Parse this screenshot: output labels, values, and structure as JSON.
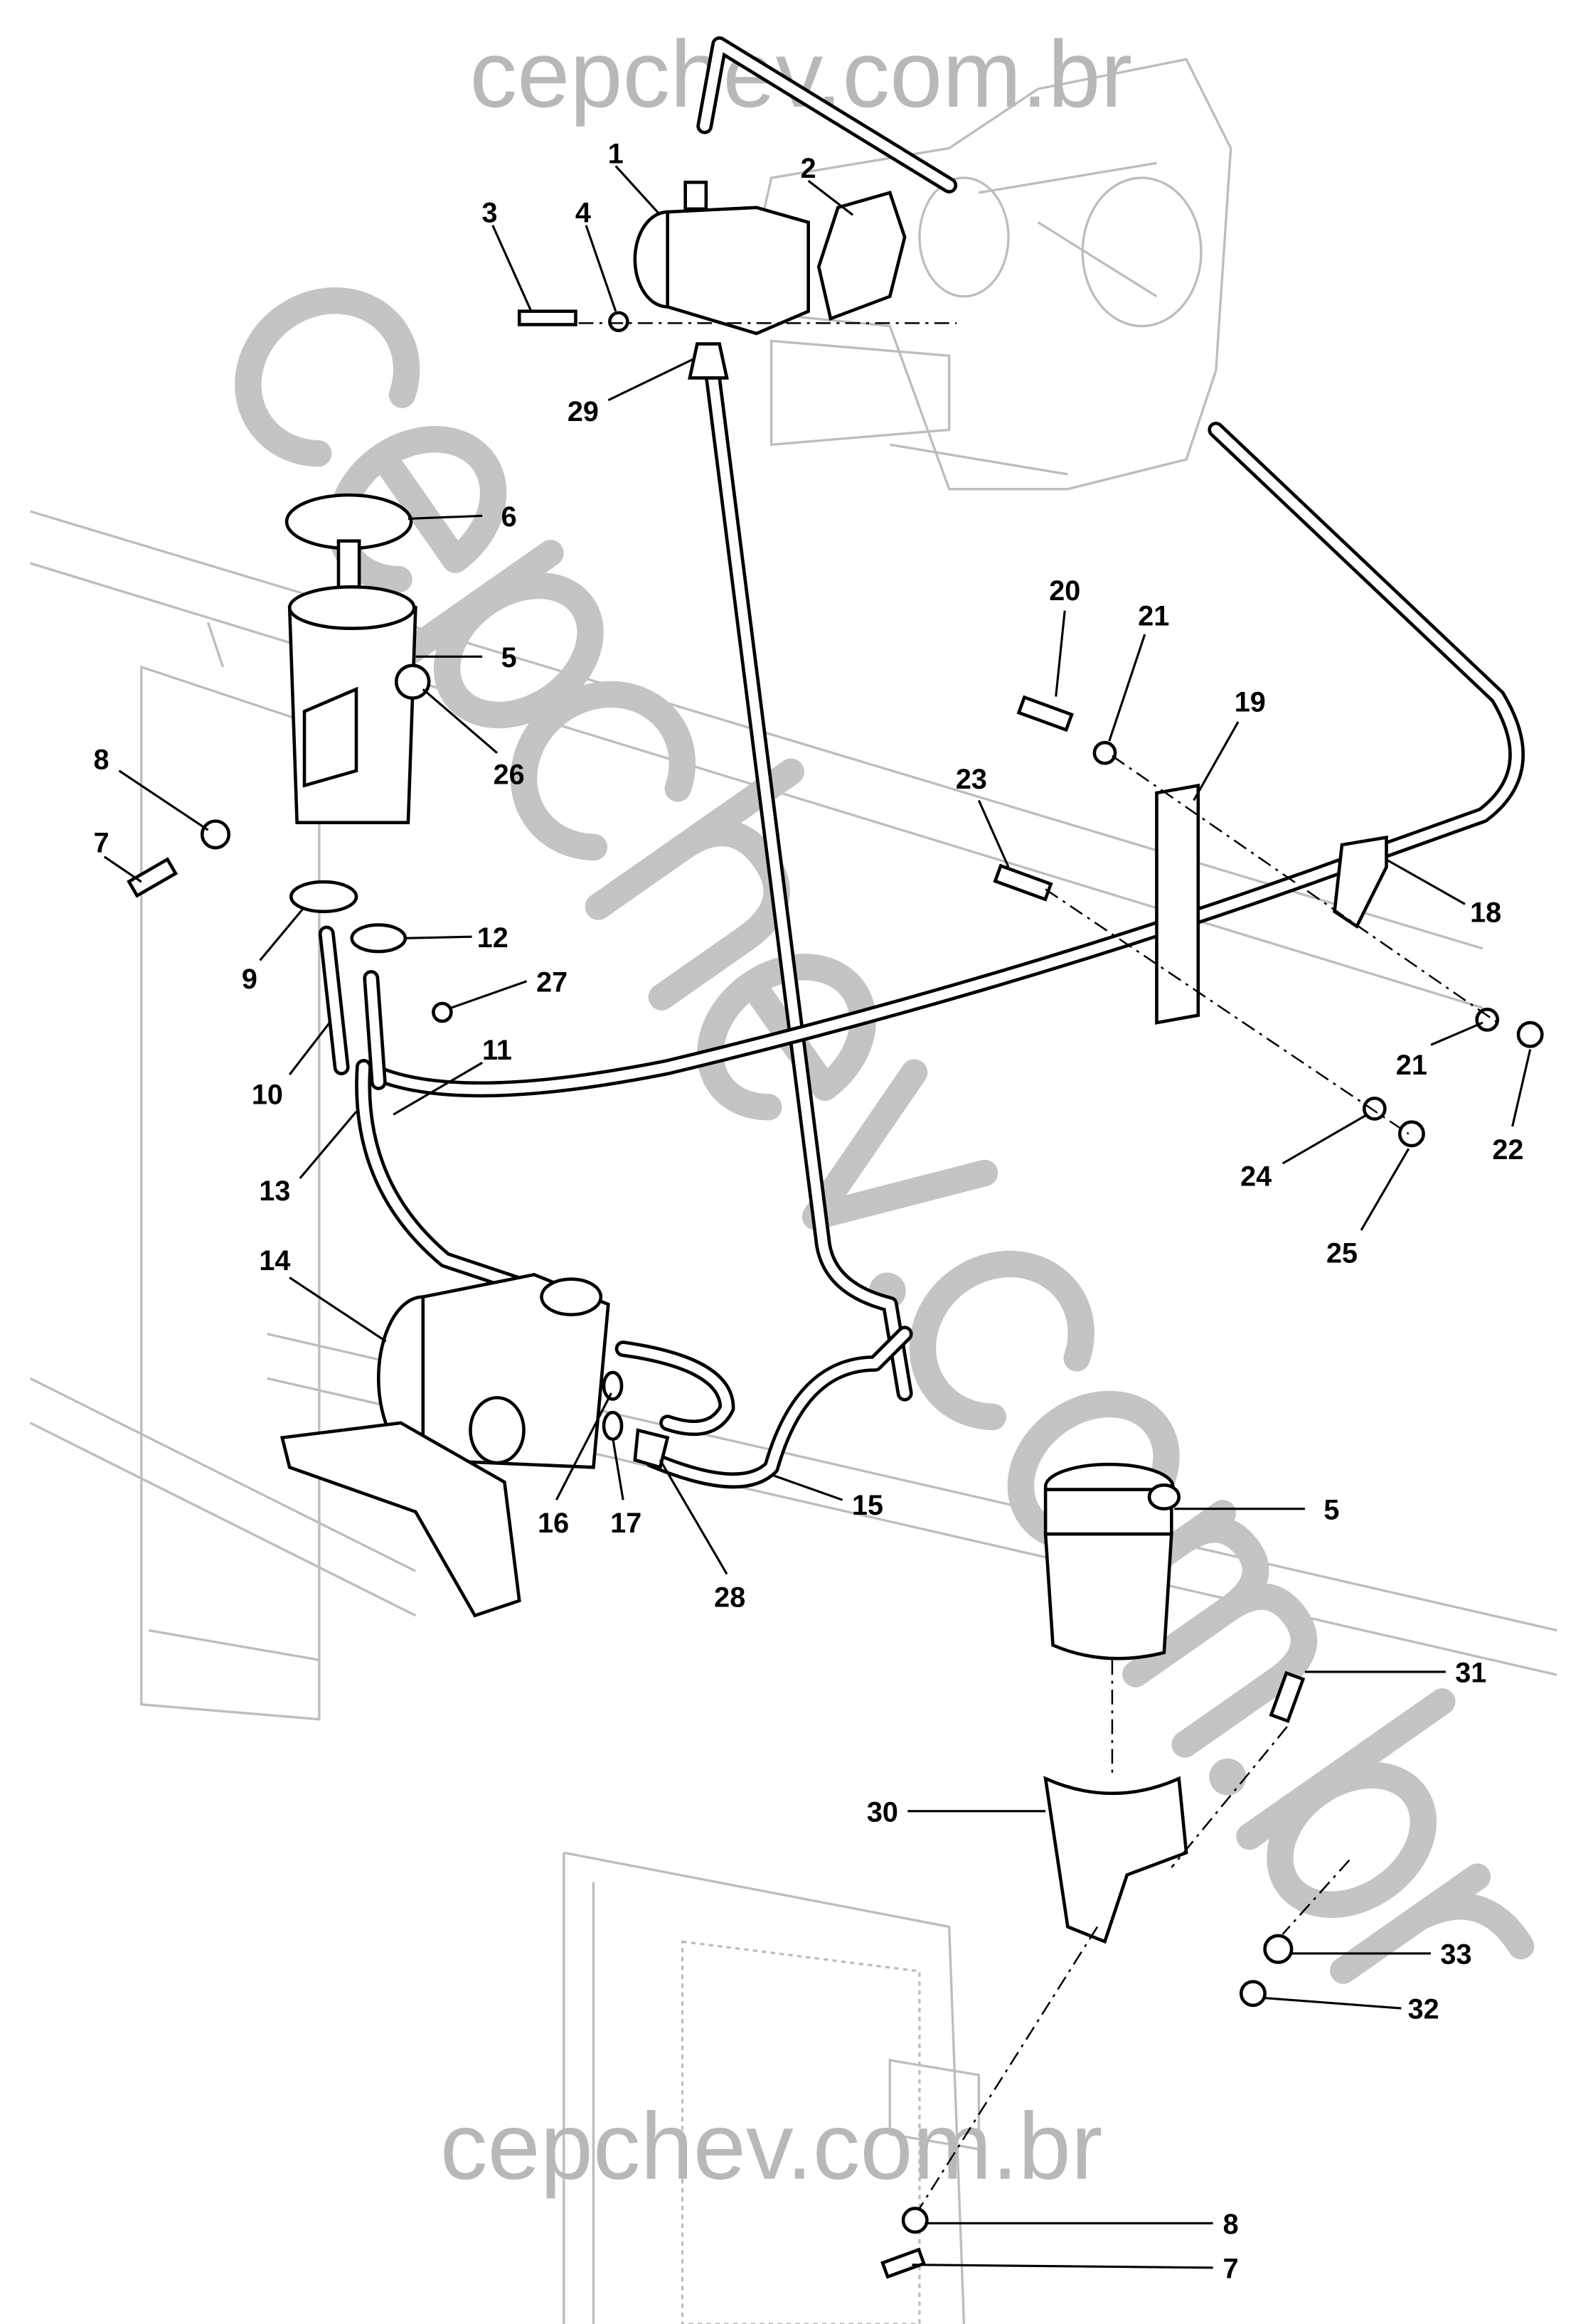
{
  "watermark": {
    "top": "cepchev.com.br",
    "diagonal": "cepchev.com.br",
    "bottom": "cepchev.com.br"
  },
  "callouts": {
    "c1": "1",
    "c2": "2",
    "c3": "3",
    "c4": "4",
    "c29": "29",
    "c6": "6",
    "c5a": "5",
    "c26": "26",
    "c8a": "8",
    "c7a": "7",
    "c9": "9",
    "c12": "12",
    "c27": "27",
    "c10": "10",
    "c11": "11",
    "c13": "13",
    "c14": "14",
    "c16": "16",
    "c17": "17",
    "c28": "28",
    "c15": "15",
    "c5b": "5",
    "c20": "20",
    "c21a": "21",
    "c19": "19",
    "c23": "23",
    "c18": "18",
    "c21b": "21",
    "c22": "22",
    "c24": "24",
    "c25": "25",
    "c31": "31",
    "c30": "30",
    "c33": "33",
    "c32": "32",
    "c8b": "8",
    "c7b": "7"
  }
}
